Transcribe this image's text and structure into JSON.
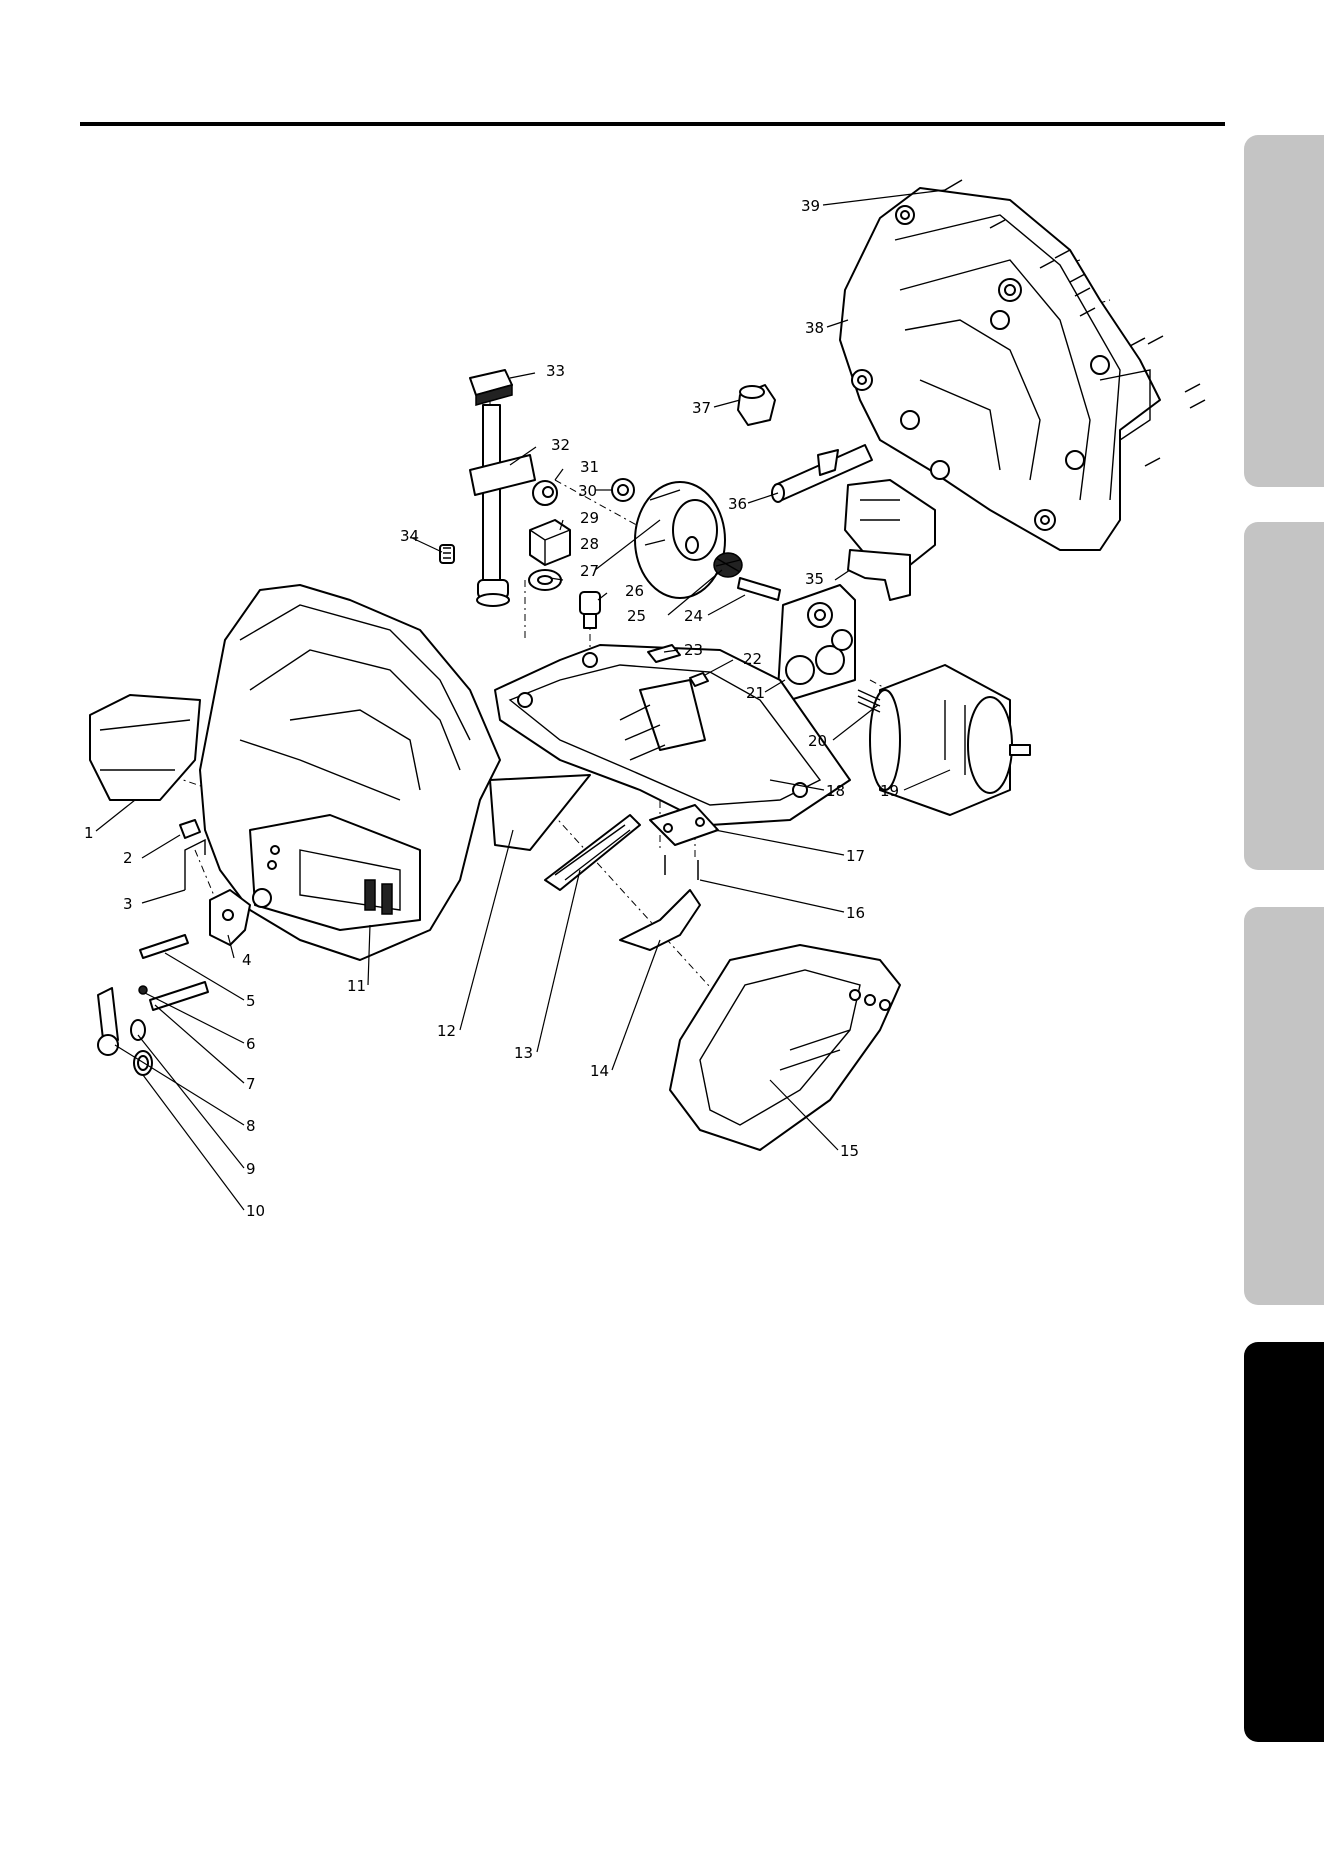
{
  "page": {
    "tabs": [
      {
        "color": "#c4c4c4"
      },
      {
        "color": "#c4c4c4"
      },
      {
        "color": "#c4c4c4"
      },
      {
        "color": "#000000"
      }
    ]
  },
  "diagram": {
    "labels": [
      "1",
      "2",
      "3",
      "4",
      "5",
      "6",
      "7",
      "8",
      "9",
      "10",
      "11",
      "12",
      "13",
      "14",
      "15",
      "16",
      "17",
      "18",
      "19",
      "20",
      "21",
      "22",
      "23",
      "24",
      "25",
      "26",
      "27",
      "28",
      "29",
      "30",
      "31",
      "32",
      "33",
      "34",
      "35",
      "36",
      "37",
      "38",
      "39"
    ]
  }
}
